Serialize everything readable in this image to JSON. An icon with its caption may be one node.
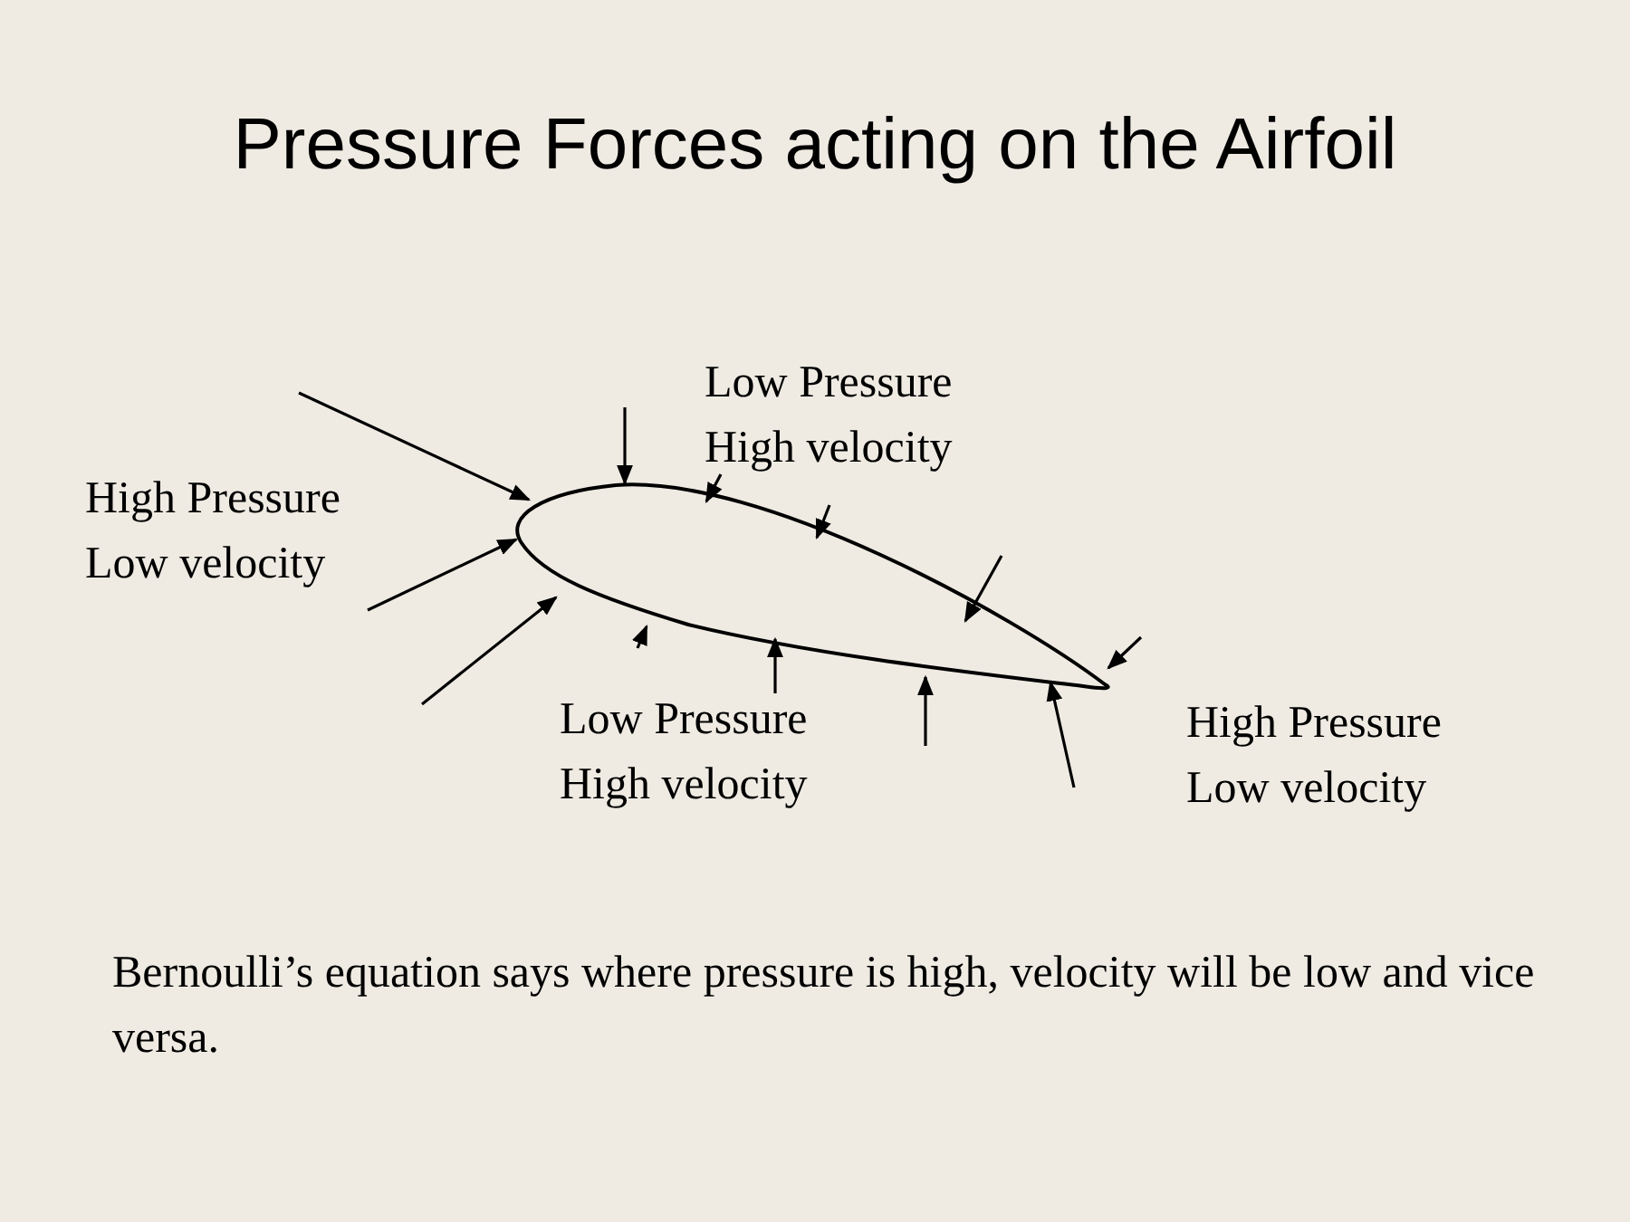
{
  "diagram": {
    "title": "Pressure Forces acting on the Airfoil",
    "caption": "Bernoulli’s equation says where pressure is high, velocity will be low and vice versa.",
    "labels": [
      "Low Pressure High velocity",
      "High Pressure Low velocity",
      "Low Pressure High velocity",
      "High Pressure Low velocity"
    ]
  }
}
